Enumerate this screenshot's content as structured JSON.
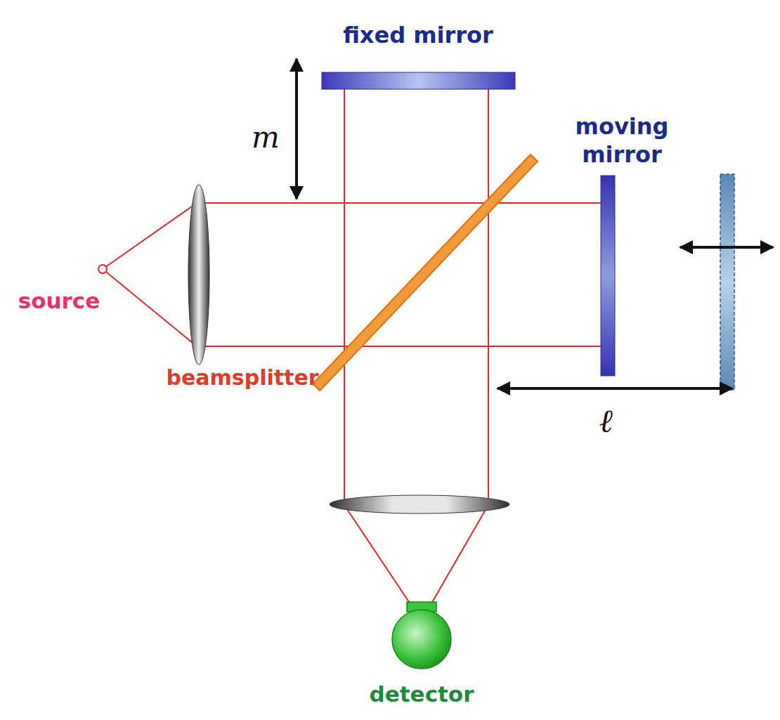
{
  "diagram": {
    "labels": [
      "fixed mirror",
      "m",
      "moving mirror",
      "source",
      "beamsplitter",
      "ℓ",
      "detector"
    ]
  }
}
